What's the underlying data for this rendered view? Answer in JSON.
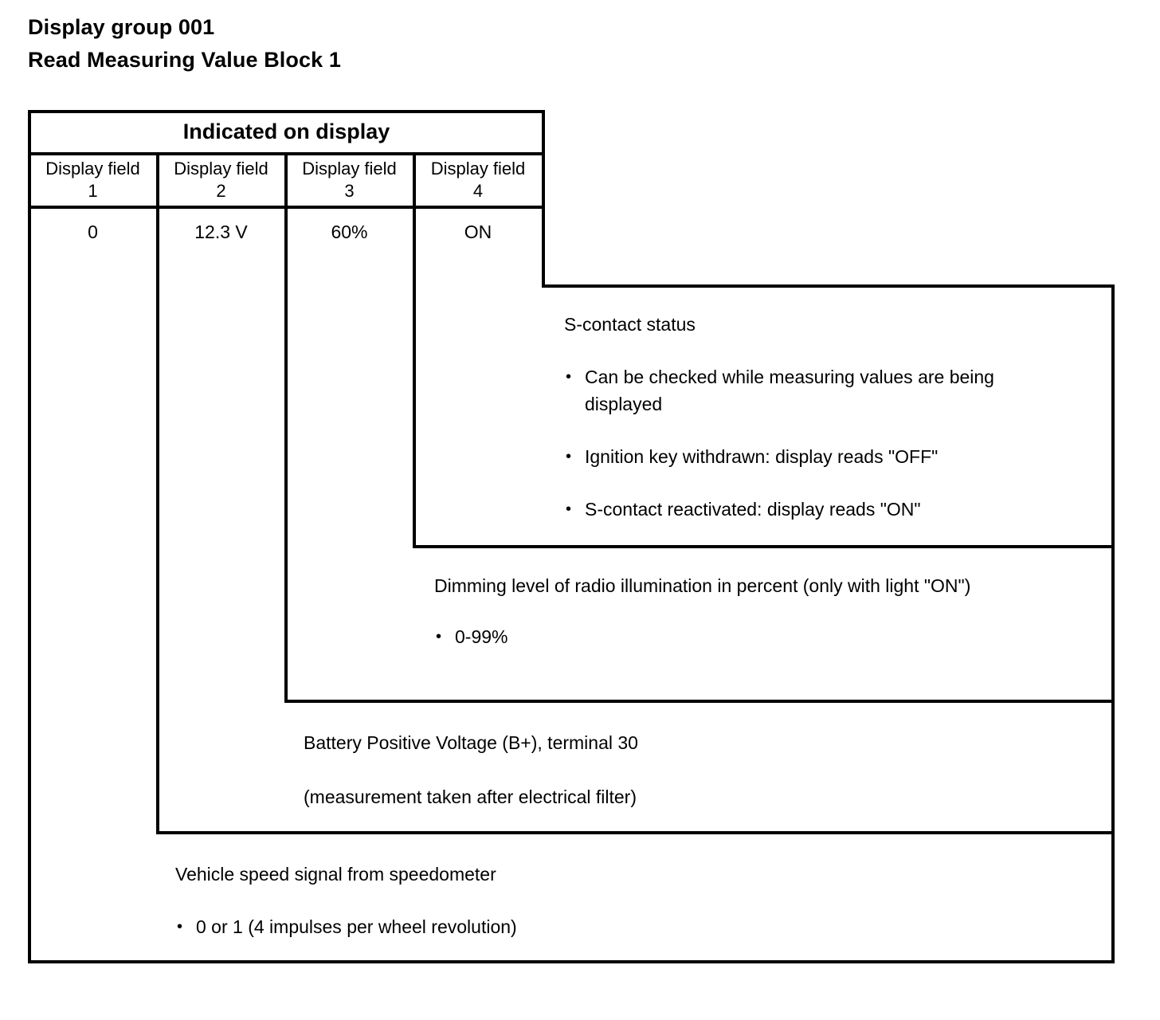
{
  "title": {
    "line1": "Display group 001",
    "line2": "Read Measuring Value Block 1"
  },
  "table": {
    "caption": "Indicated on display",
    "columns": [
      {
        "header_line1": "Display field",
        "header_line2": "1",
        "value": "0"
      },
      {
        "header_line1": "Display field",
        "header_line2": "2",
        "value": "12.3 V"
      },
      {
        "header_line1": "Display field",
        "header_line2": "3",
        "value": "60%"
      },
      {
        "header_line1": "Display field",
        "header_line2": "4",
        "value": "ON"
      }
    ]
  },
  "descriptions": {
    "field4": {
      "heading": "S-contact status",
      "bullets": [
        "Can be checked while measuring values are being displayed",
        "Ignition key withdrawn: display reads \"OFF\"",
        "S-contact reactivated: display reads \"ON\""
      ]
    },
    "field3": {
      "heading": "Dimming level of radio illumination in percent (only with light \"ON\")",
      "bullets": [
        "0-99%"
      ]
    },
    "field2": {
      "heading": "Battery Positive Voltage (B+), terminal 30",
      "note": "(measurement taken after electrical filter)"
    },
    "field1": {
      "heading": "Vehicle speed signal from speedometer",
      "bullets": [
        "0 or 1 (4 impulses per wheel revolution)"
      ]
    }
  }
}
